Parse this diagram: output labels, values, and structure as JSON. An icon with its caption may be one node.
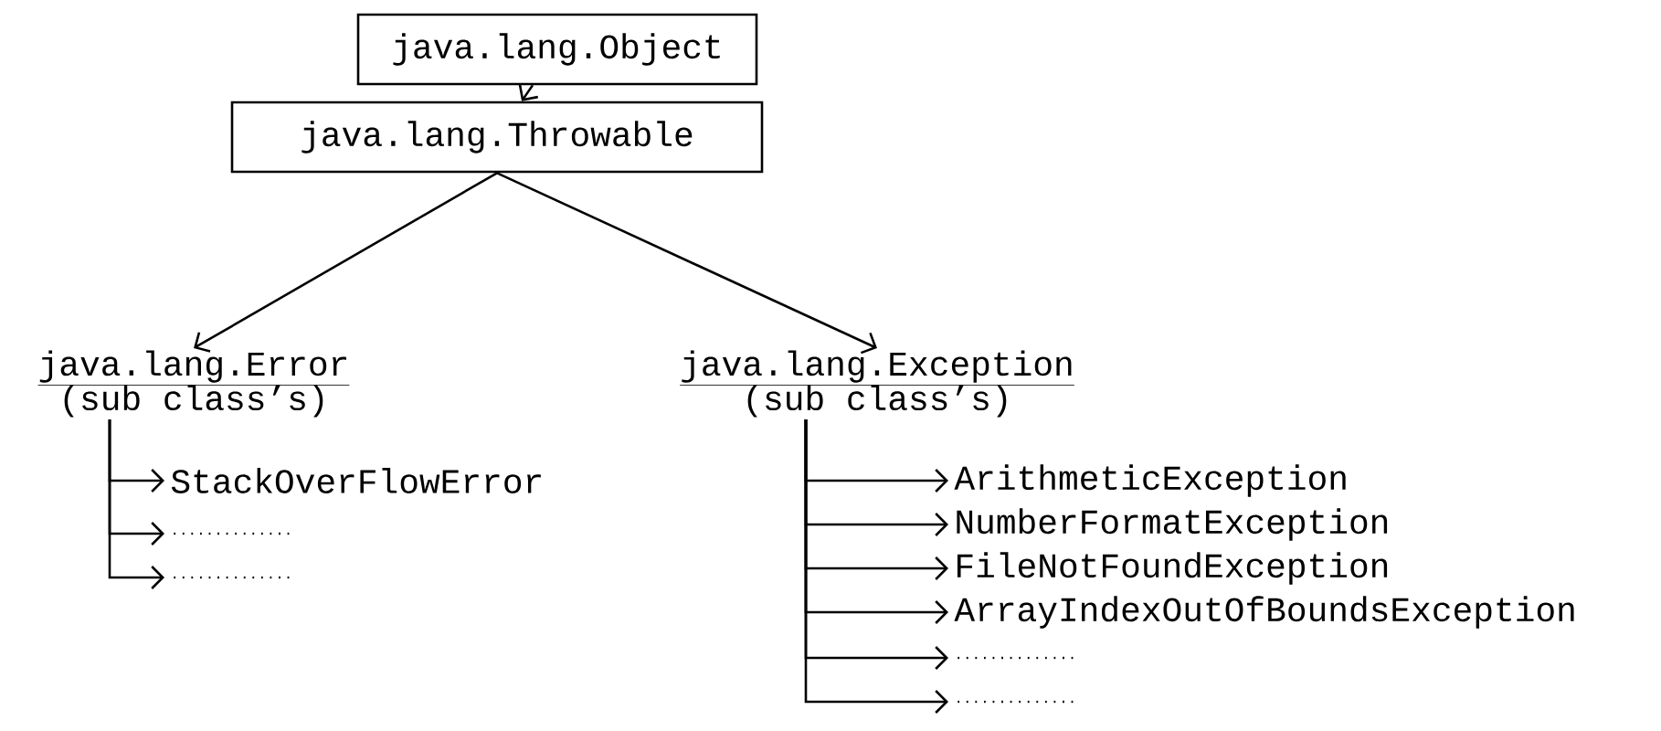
{
  "diagram": {
    "nodes": [
      {
        "text": [
          "java.lang.Object"
        ]
      },
      {
        "text": [
          "java.lang.Throwable"
        ]
      },
      {
        "text": [
          "java.lang.Error",
          "(sub class’s)"
        ]
      },
      {
        "text": [
          "StackOverFlowError"
        ]
      },
      {
        "text": [
          ".............."
        ]
      },
      {
        "text": [
          ".............."
        ]
      },
      {
        "text": [
          "java.lang.Exception",
          "(sub class’s)"
        ]
      },
      {
        "text": [
          "ArithmeticException"
        ]
      },
      {
        "text": [
          "NumberFormatException"
        ]
      },
      {
        "text": [
          "FileNotFoundException"
        ]
      },
      {
        "text": [
          "ArrayIndexOutOfBoundsException"
        ]
      },
      {
        "text": [
          ".............."
        ]
      },
      {
        "text": [
          ".............."
        ]
      }
    ],
    "edges": [
      {
        "from": 0,
        "to": 1,
        "arrow": "to"
      },
      {
        "from": 1,
        "to": 2,
        "arrow": "to"
      },
      {
        "from": 1,
        "to": 6,
        "arrow": "to"
      },
      {
        "from": 2,
        "to": 3,
        "arrow": "to"
      },
      {
        "from": 2,
        "to": 4,
        "arrow": "to"
      },
      {
        "from": 2,
        "to": 5,
        "arrow": "to"
      },
      {
        "from": 6,
        "to": 7,
        "arrow": "to"
      },
      {
        "from": 6,
        "to": 8,
        "arrow": "to"
      },
      {
        "from": 6,
        "to": 9,
        "arrow": "to"
      },
      {
        "from": 6,
        "to": 10,
        "arrow": "to"
      },
      {
        "from": 6,
        "to": 11,
        "arrow": "to"
      },
      {
        "from": 6,
        "to": 12,
        "arrow": "to"
      }
    ]
  }
}
